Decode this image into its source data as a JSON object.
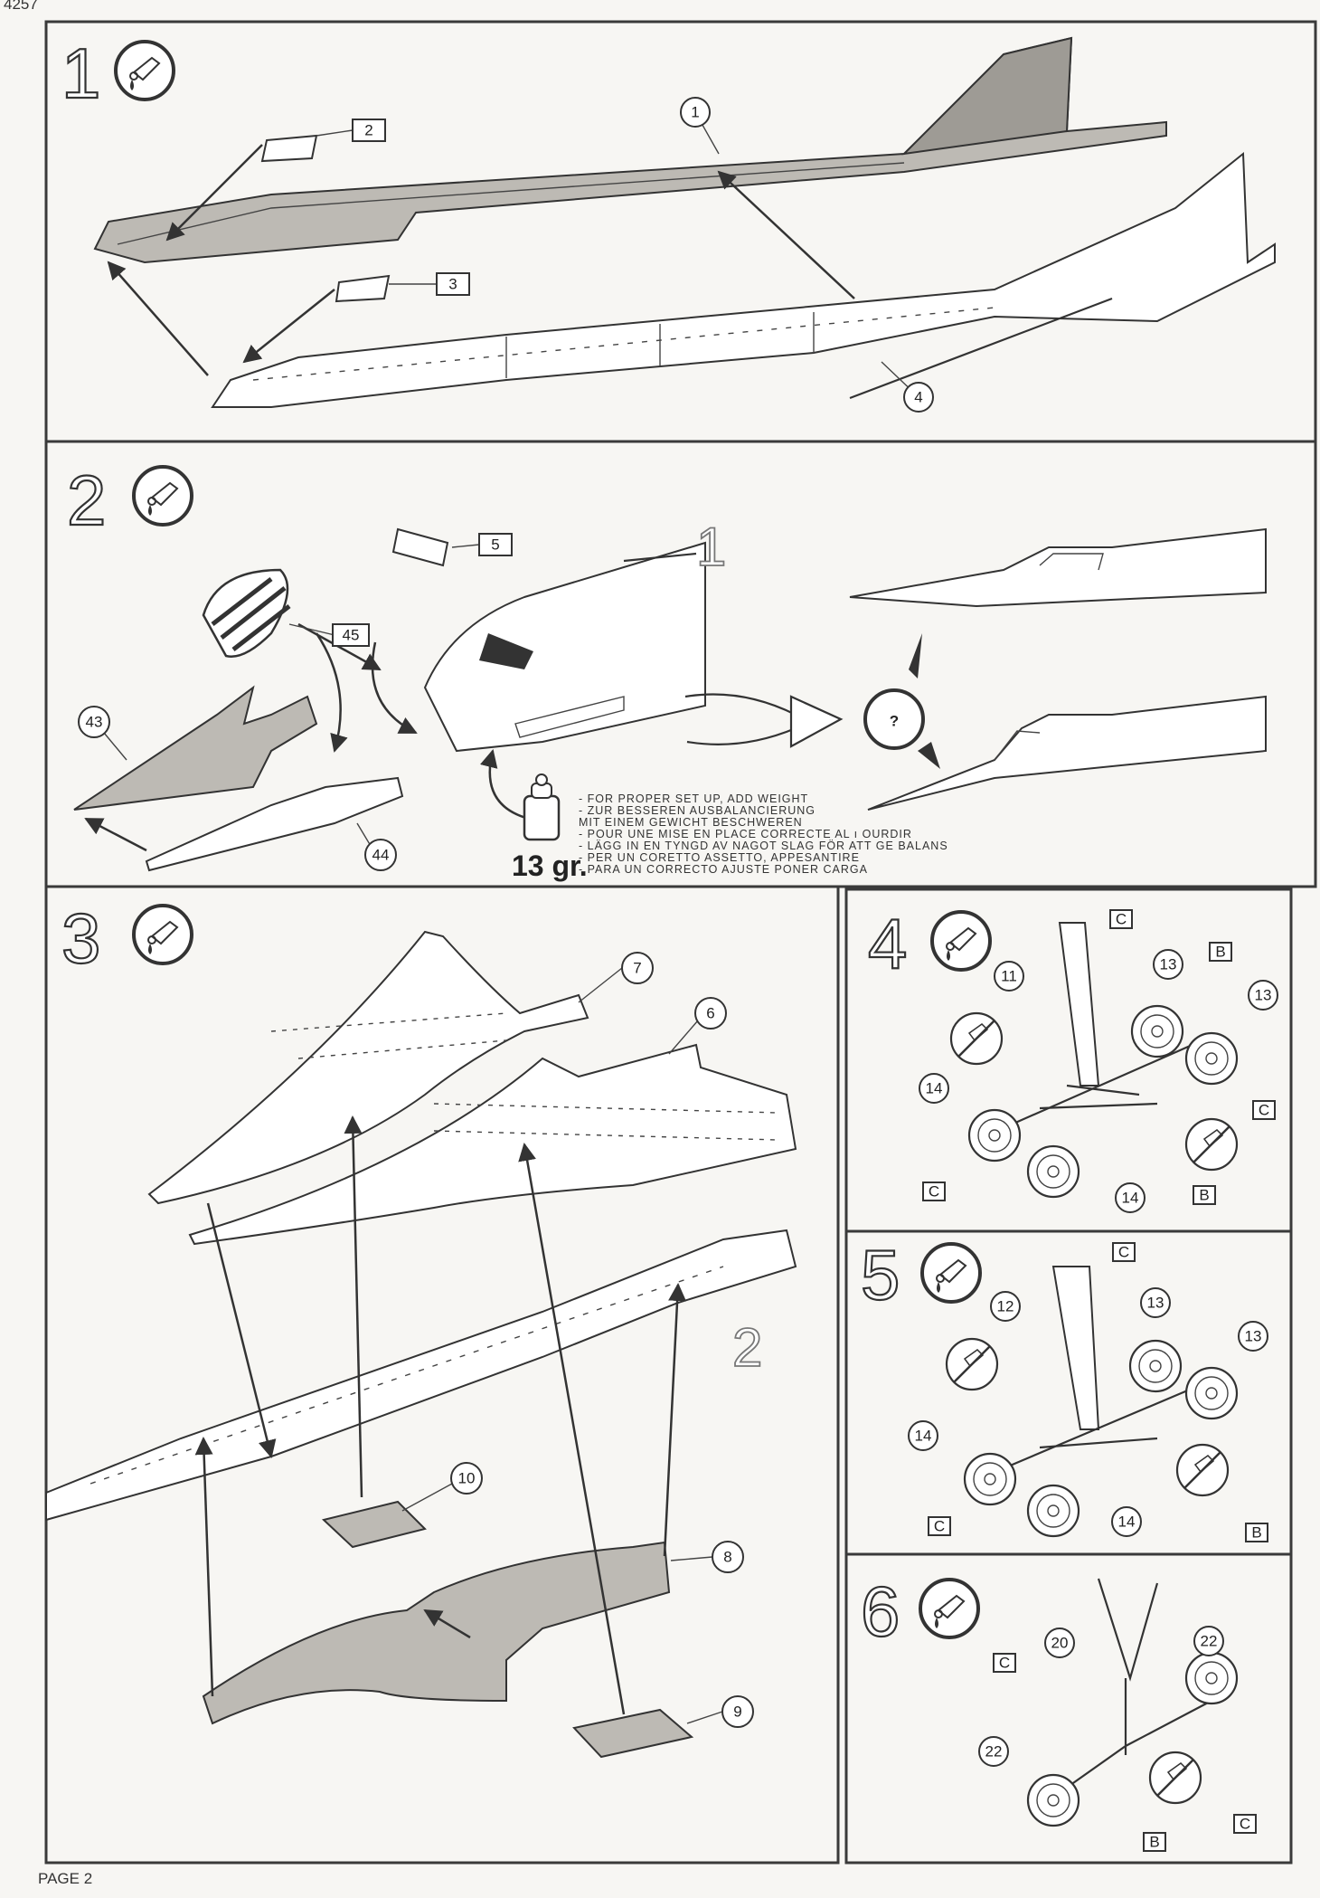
{
  "header": {
    "kit_number": "4257"
  },
  "footer": {
    "page_label": "PAGE 2"
  },
  "steps": [
    {
      "number": "1",
      "icon": "glue-tube-icon",
      "parts": [
        "1",
        "2",
        "3",
        "4"
      ]
    },
    {
      "number": "2",
      "icon": "glue-tube-icon",
      "parts": [
        "5",
        "45",
        "43",
        "44"
      ],
      "ref_step": "1",
      "option_icon": "question-mark-icon",
      "weight": {
        "amount": "13 gr.",
        "instructions": [
          "- FOR PROPER SET UP, ADD WEIGHT",
          "- ZUR BESSEREN AUSBALANCIERUNG",
          "  MIT EINEM GEWICHT BESCHWEREN",
          "- POUR UNE MISE EN PLACE CORRECTE AL ı OURDIR",
          "- LÄGG IN EN TYNGD AV NAGOT SLAG FÖR ATT GE BALANS",
          "- PER UN CORETTO ASSETTO, APPESANTIRE",
          "- PARA UN CORRECTO AJUSTE PONER CARGA"
        ]
      }
    },
    {
      "number": "3",
      "icon": "glue-tube-icon",
      "parts": [
        "7",
        "6",
        "10",
        "8",
        "9"
      ],
      "ref_step": "2"
    },
    {
      "number": "4",
      "icon": "glue-tube-icon",
      "parts": [
        "11",
        "13",
        "13",
        "14",
        "14"
      ],
      "letters": [
        "C",
        "B",
        "C",
        "C",
        "B"
      ]
    },
    {
      "number": "5",
      "icon": "glue-tube-icon",
      "parts": [
        "12",
        "13",
        "13",
        "14",
        "14"
      ],
      "letters": [
        "C",
        "C",
        "B"
      ]
    },
    {
      "number": "6",
      "icon": "glue-tube-icon",
      "parts": [
        "20",
        "22",
        "22"
      ],
      "letters": [
        "C",
        "C",
        "B"
      ]
    }
  ],
  "colors": {
    "line": "#333333",
    "paper": "#f7f6f3",
    "shading": "#bdbab4"
  }
}
